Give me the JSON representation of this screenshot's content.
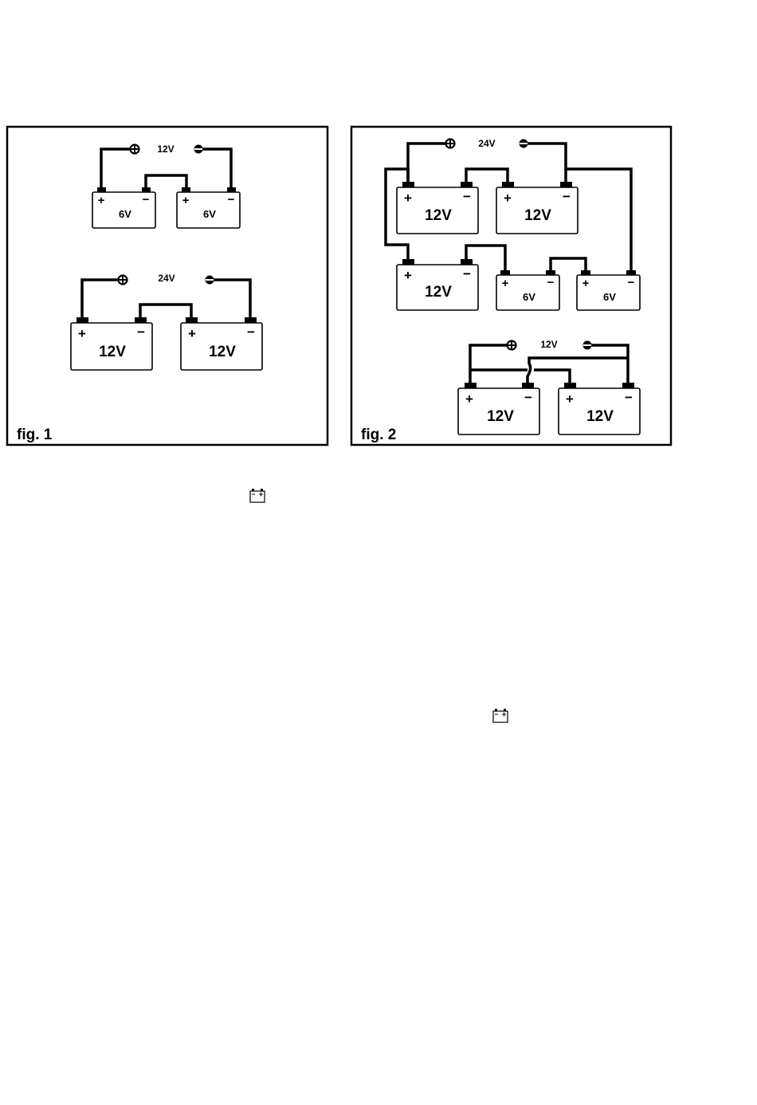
{
  "figures": [
    {
      "caption": "fig. 1",
      "circuits": [
        {
          "voltage": "12V",
          "batteries": [
            "6V",
            "6V"
          ]
        },
        {
          "voltage": "24V",
          "batteries": [
            "12V",
            "12V"
          ]
        }
      ]
    },
    {
      "caption": "fig. 2",
      "circuits": [
        {
          "voltage": "24V",
          "batteries": [
            "12V",
            "12V",
            "12V",
            "6V",
            "6V"
          ]
        },
        {
          "voltage": "12V",
          "batteries": [
            "12V",
            "12V"
          ]
        }
      ]
    }
  ],
  "polarity": {
    "plus": "+",
    "minus": "−"
  },
  "icons": [
    "battery-icon",
    "battery-icon"
  ]
}
